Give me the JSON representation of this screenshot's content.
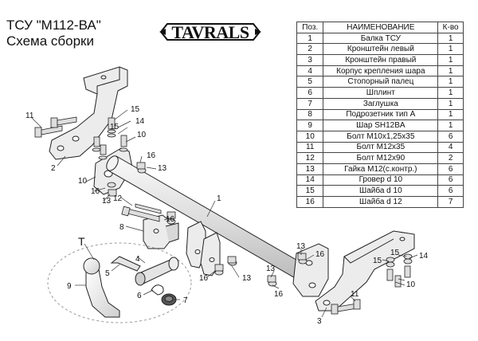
{
  "header": {
    "title_line1": "ТСУ  \"М112-ВА\"",
    "title_line2": "Схема сборки"
  },
  "logo": {
    "text": "TAVRALS"
  },
  "parts_table": {
    "headers": [
      "Поз.",
      "НАИМЕНОВАНИЕ",
      "К-во"
    ],
    "rows": [
      [
        "1",
        "Балка ТСУ",
        "1"
      ],
      [
        "2",
        "Кронштейн левый",
        "1"
      ],
      [
        "3",
        "Кронштейн правый",
        "1"
      ],
      [
        "4",
        "Корпус крепления шара",
        "1"
      ],
      [
        "5",
        "Стопорный палец",
        "1"
      ],
      [
        "6",
        "Шплинт",
        "1"
      ],
      [
        "7",
        "Заглушка",
        "1"
      ],
      [
        "8",
        "Подрозетник тип А",
        "1"
      ],
      [
        "9",
        "Шар SH12BA",
        "1"
      ],
      [
        "10",
        "Болт М10х1,25х35",
        "6"
      ],
      [
        "11",
        "Болт М12х35",
        "4"
      ],
      [
        "12",
        "Болт М12х90",
        "2"
      ],
      [
        "13",
        "Гайка М12(с.контр.)",
        "6"
      ],
      [
        "14",
        "Гровер d 10",
        "6"
      ],
      [
        "15",
        "Шайба d 10",
        "6"
      ],
      [
        "16",
        "Шайба d 12",
        "7"
      ]
    ]
  },
  "callouts": [
    {
      "id": "c-11-left",
      "text": "11"
    },
    {
      "id": "c-2",
      "text": "2"
    },
    {
      "id": "c-15-a",
      "text": "15"
    },
    {
      "id": "c-14-a",
      "text": "14"
    },
    {
      "id": "c-15-b",
      "text": "15"
    },
    {
      "id": "c-10-a",
      "text": "10"
    },
    {
      "id": "c-16-a",
      "text": "16"
    },
    {
      "id": "c-13-a",
      "text": "13"
    },
    {
      "id": "c-10-b",
      "text": "10"
    },
    {
      "id": "c-16-b",
      "text": "16"
    },
    {
      "id": "c-13-b",
      "text": "13"
    },
    {
      "id": "c-1",
      "text": "1"
    },
    {
      "id": "c-12",
      "text": "12"
    },
    {
      "id": "c-16-c",
      "text": "16"
    },
    {
      "id": "c-8",
      "text": "8"
    },
    {
      "id": "c-T",
      "text": "T"
    },
    {
      "id": "c-4",
      "text": "4"
    },
    {
      "id": "c-5",
      "text": "5"
    },
    {
      "id": "c-9",
      "text": "9"
    },
    {
      "id": "c-6",
      "text": "6"
    },
    {
      "id": "c-7",
      "text": "7"
    },
    {
      "id": "c-16-d",
      "text": "16"
    },
    {
      "id": "c-13-c",
      "text": "13"
    },
    {
      "id": "c-13-d",
      "text": "13"
    },
    {
      "id": "c-16-e",
      "text": "16"
    },
    {
      "id": "c-13-e",
      "text": "13"
    },
    {
      "id": "c-16-f",
      "text": "16"
    },
    {
      "id": "c-14-b",
      "text": "14"
    },
    {
      "id": "c-15-c",
      "text": "15"
    },
    {
      "id": "c-15-d",
      "text": "15"
    },
    {
      "id": "c-10-c",
      "text": "10"
    },
    {
      "id": "c-11-right",
      "text": "11"
    },
    {
      "id": "c-3",
      "text": "3"
    }
  ],
  "colors": {
    "part_fill": "#ebebeb",
    "part_stroke": "#222222",
    "leader": "#333333",
    "dark_metal": "#555555"
  }
}
